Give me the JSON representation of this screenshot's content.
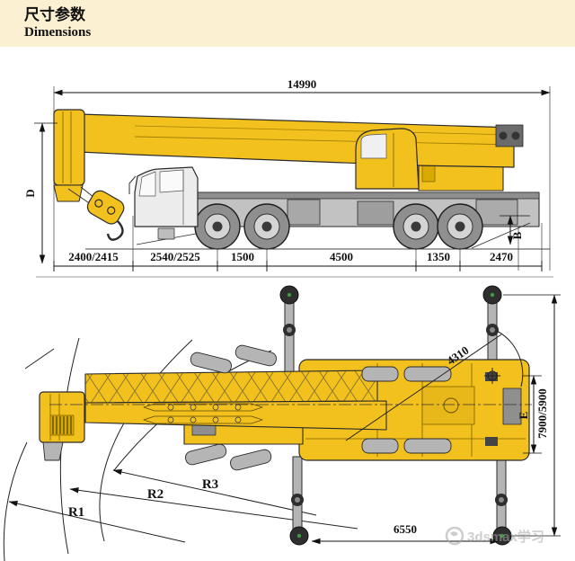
{
  "header": {
    "title_zh": "尺寸参数",
    "title_en": "Dimensions"
  },
  "side_view": {
    "overall_length": "14990",
    "overall_height_label": "D",
    "rear_clearance_label": "B",
    "segments": [
      "2400/2415",
      "2540/2525",
      "1500",
      "4500",
      "1350",
      "2470"
    ]
  },
  "plan_view": {
    "tail_swing_radius": "4310",
    "body_width_label": "E",
    "outrigger_span": "7900/5900",
    "outrigger_base": "6550",
    "radii": [
      "R1",
      "R2",
      "R3"
    ]
  },
  "watermark": {
    "text": "3dsmax学习"
  },
  "colors": {
    "crane_yellow": "#F2C11E",
    "header_bg": "#FBF0D2",
    "outline": "#262626",
    "gray_part": "#B5B5B5"
  }
}
